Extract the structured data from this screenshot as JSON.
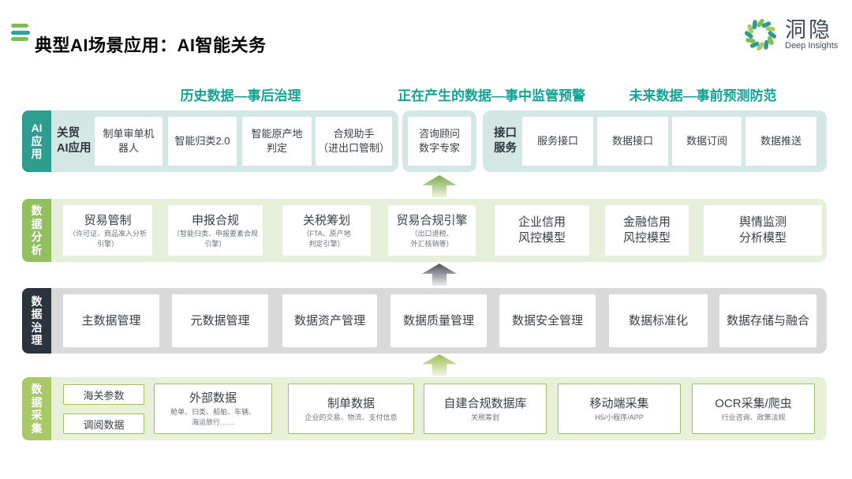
{
  "page_title": "典型AI场景应用：AI智能关务",
  "logo": {
    "name": "洞隐",
    "subtitle": "Deep Insights"
  },
  "column_headers": [
    "历史数据—事后治理",
    "正在产生的数据—事中监管预警",
    "未来数据—事前预测防范"
  ],
  "layers": {
    "ai": {
      "tab_lines": [
        "AI",
        "应",
        "用"
      ],
      "trade_label_lines": [
        "关贸",
        "AI应用"
      ],
      "trade_boxes": [
        {
          "lines": [
            "制单审单机",
            "器人"
          ]
        },
        {
          "lines": [
            "智能归类2.0"
          ]
        },
        {
          "lines": [
            "智能原产地",
            "判定"
          ]
        },
        {
          "lines": [
            "合规助手",
            "（进出口管制）"
          ]
        }
      ],
      "consult_box": {
        "lines": [
          "咨询顾问",
          "数字专家"
        ]
      },
      "interface_label_lines": [
        "接口",
        "服务"
      ],
      "interface_boxes": [
        {
          "lines": [
            "服务接口"
          ]
        },
        {
          "lines": [
            "数据接口"
          ]
        },
        {
          "lines": [
            "数据订阅"
          ]
        },
        {
          "lines": [
            "数据推送"
          ]
        }
      ]
    },
    "analysis": {
      "tab_lines": [
        "数",
        "据",
        "分",
        "析"
      ],
      "boxes": [
        {
          "title": "贸易管制",
          "sub_lines": [
            "（许可证、商品准入分析",
            "引擎）"
          ]
        },
        {
          "title": "申报合规",
          "sub_lines": [
            "（智能归类、申报要素合规",
            "引擎）"
          ]
        },
        {
          "title": "关税筹划",
          "sub_lines": [
            "（FTA、原产地",
            "判定引擎）"
          ]
        },
        {
          "title": "贸易合规引擎",
          "sub_lines": [
            "（出口退税、",
            "外汇核销等）"
          ]
        },
        {
          "title_lines": [
            "企业信用",
            "风控模型"
          ]
        },
        {
          "title_lines": [
            "金融信用",
            "风控模型"
          ]
        },
        {
          "title_lines": [
            "舆情监测",
            "分析模型"
          ]
        }
      ]
    },
    "governance": {
      "tab_lines": [
        "数",
        "据",
        "治",
        "理"
      ],
      "boxes": [
        "主数据管理",
        "元数据管理",
        "数据资产管理",
        "数据质量管理",
        "数据安全管理",
        "数据标准化",
        "数据存储与融合"
      ]
    },
    "collection": {
      "tab_lines": [
        "数",
        "据",
        "采",
        "集"
      ],
      "small_boxes": [
        "海关参数",
        "调阅数据"
      ],
      "boxes": [
        {
          "title": "外部数据",
          "sub_lines": [
            "舱单、归类、船舶、车辆、",
            "海运放行……"
          ]
        },
        {
          "title": "制单数据",
          "sub_lines": [
            "企业的交易、物流、支付信息"
          ]
        },
        {
          "title": "自建合规数据库",
          "sub_lines": [
            "关税筹划"
          ]
        },
        {
          "title": "移动端采集",
          "sub_lines": [
            "H5/小程序/APP"
          ]
        },
        {
          "title": "OCR采集/爬虫",
          "sub_lines": [
            "行业咨询、政策法规"
          ]
        }
      ]
    }
  },
  "colors": {
    "teal_tab": "#2E9D90",
    "teal_panel": "#D3E8E5",
    "header_text": "#14A294",
    "green_tab": "#92C05E",
    "green_panel": "#E6EFDA",
    "dark_tab": "#2A333E",
    "gray_panel": "#D9D9D9",
    "olive_tab": "#A9C868",
    "olive_panel": "#E9F0DA",
    "box_border_green": "#A0BF62"
  }
}
